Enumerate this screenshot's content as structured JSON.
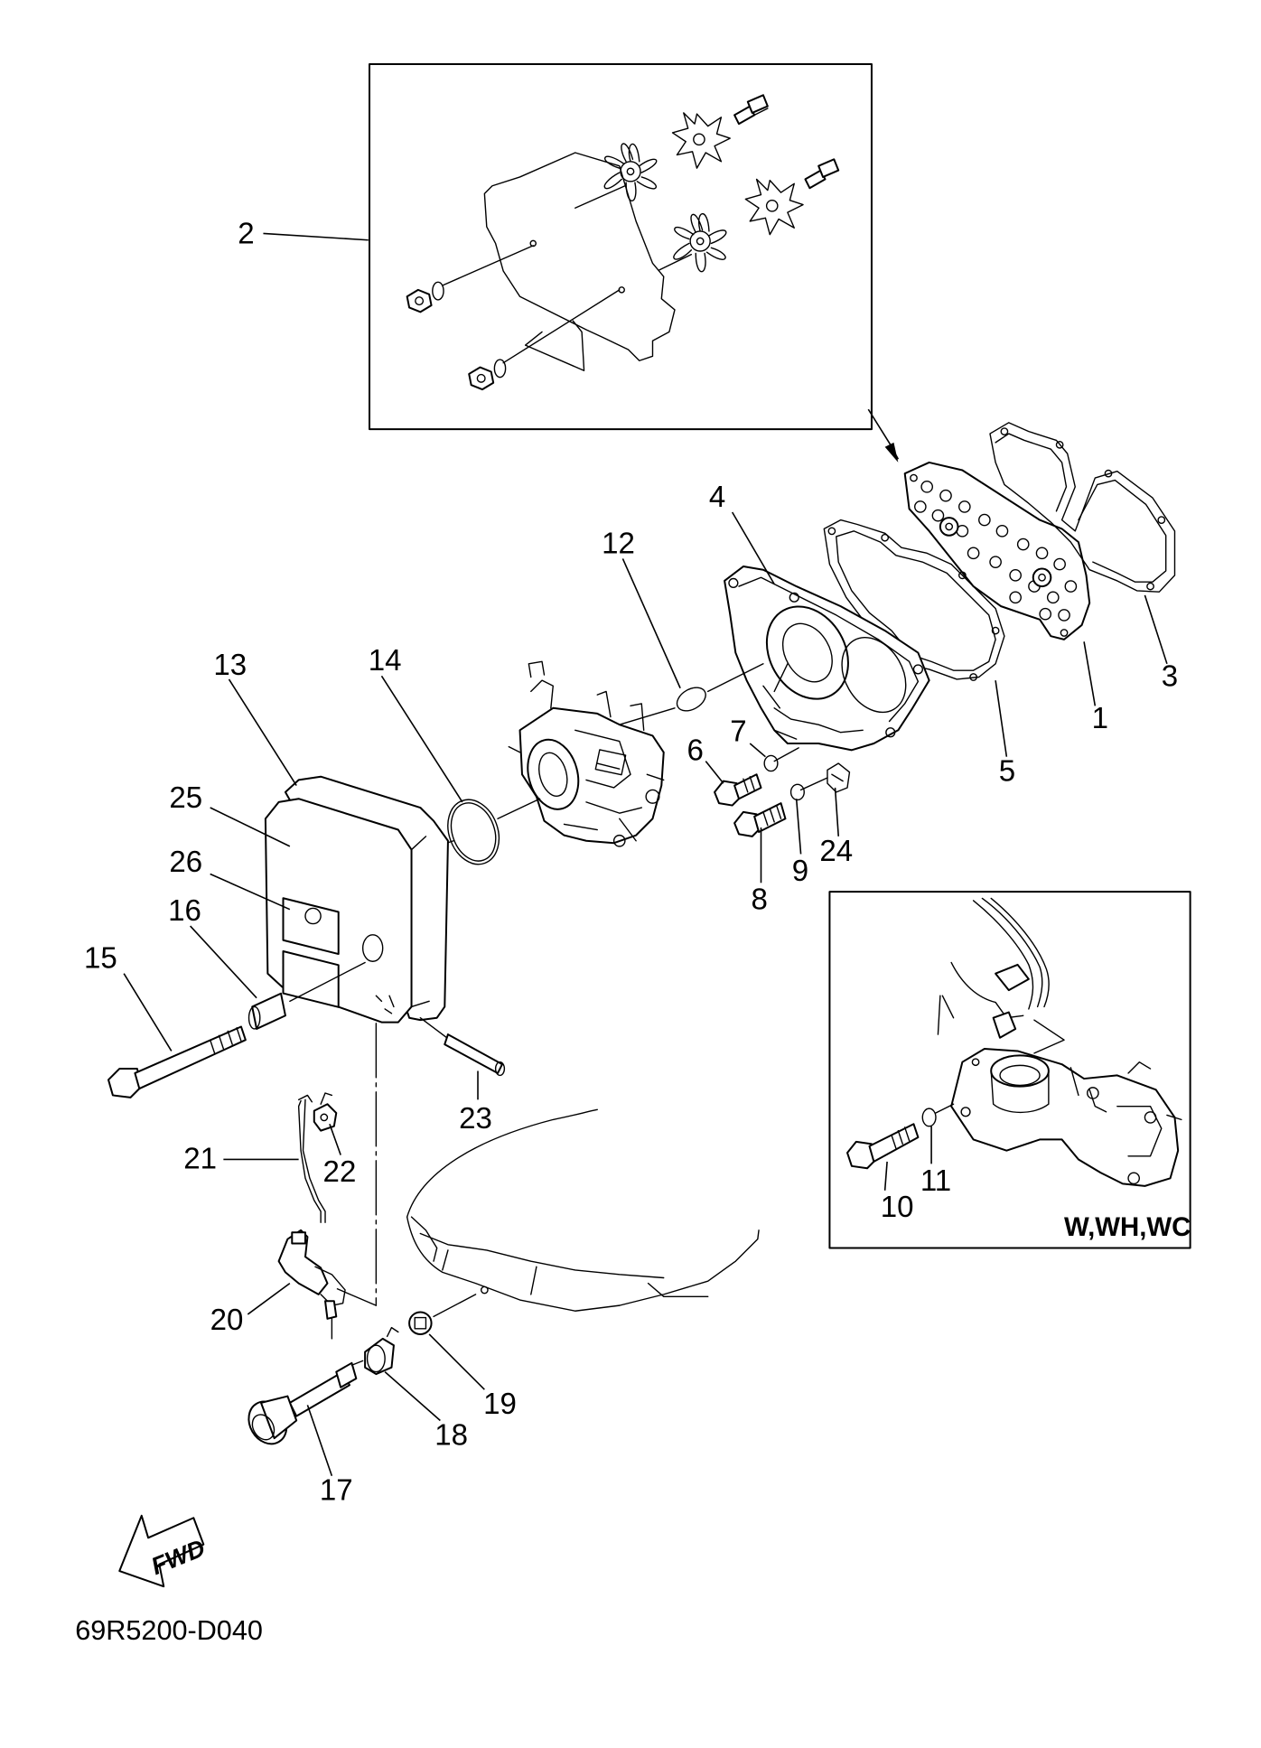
{
  "callouts": [
    "1",
    "2",
    "3",
    "4",
    "5",
    "6",
    "7",
    "8",
    "9",
    "10",
    "11",
    "12",
    "13",
    "14",
    "15",
    "16",
    "17",
    "18",
    "19",
    "20",
    "21",
    "22",
    "23",
    "24",
    "25",
    "26"
  ],
  "inset_variant_label": "W,WH,WC",
  "direction_arrow_label": "FWD",
  "document_code": "69R5200-D040"
}
